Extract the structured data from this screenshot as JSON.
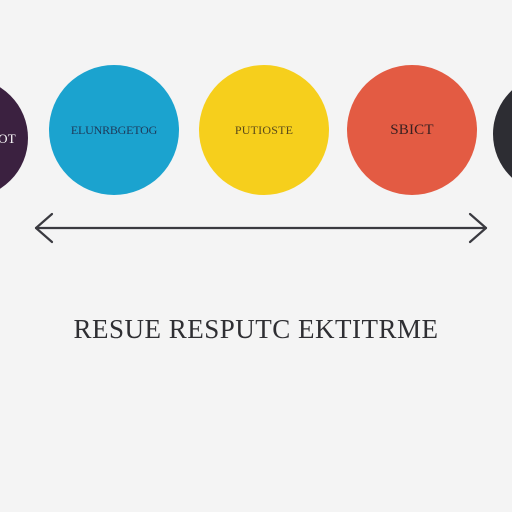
{
  "circles": [
    {
      "label": "OT",
      "color": "#3b2140"
    },
    {
      "label": "ELUNRBGETOG",
      "color": "#1ba3cf"
    },
    {
      "label": "PUTIOSTE",
      "color": "#f6cf1c"
    },
    {
      "label": "SBICT",
      "color": "#e35b43"
    },
    {
      "label": "",
      "color": "#2d2d33"
    }
  ],
  "caption": "RESUE RESPUTC EKTITRME",
  "colors": {
    "background": "#f4f4f4",
    "arrow": "#3a3a40",
    "text": "#2f2f33"
  }
}
